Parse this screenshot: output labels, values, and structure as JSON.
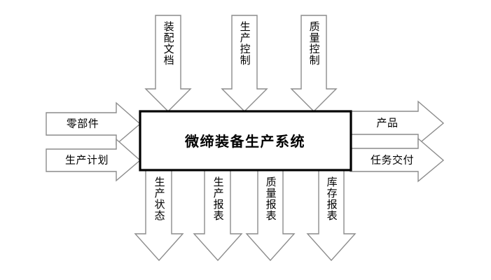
{
  "diagram": {
    "type": "idef0-context-diagram",
    "system": {
      "label": "微缔装备生产系统"
    },
    "controls_top": [
      {
        "label": "装配文档",
        "name": "control-assembly-document"
      },
      {
        "label": "生产控制",
        "name": "control-production-control"
      },
      {
        "label": "质量控制",
        "name": "control-quality-control"
      }
    ],
    "inputs_left": [
      {
        "label": "零部件",
        "name": "input-parts"
      },
      {
        "label": "生产计划",
        "name": "input-production-plan"
      }
    ],
    "outputs_right": [
      {
        "label": "产品",
        "name": "output-product"
      },
      {
        "label": "任务交付",
        "name": "output-task-delivery"
      }
    ],
    "outputs_bottom": [
      {
        "label": "生产状态",
        "name": "output-production-status"
      },
      {
        "label": "生产报表",
        "name": "output-production-report"
      },
      {
        "label": "质量报表",
        "name": "output-quality-report"
      },
      {
        "label": "库存报表",
        "name": "output-inventory-report"
      }
    ],
    "colors": {
      "background": "#ffffff",
      "arrow_stroke": "#8c8c8c",
      "arrow_fill": "#ffffff",
      "box_stroke": "#000000",
      "text": "#000000"
    }
  }
}
